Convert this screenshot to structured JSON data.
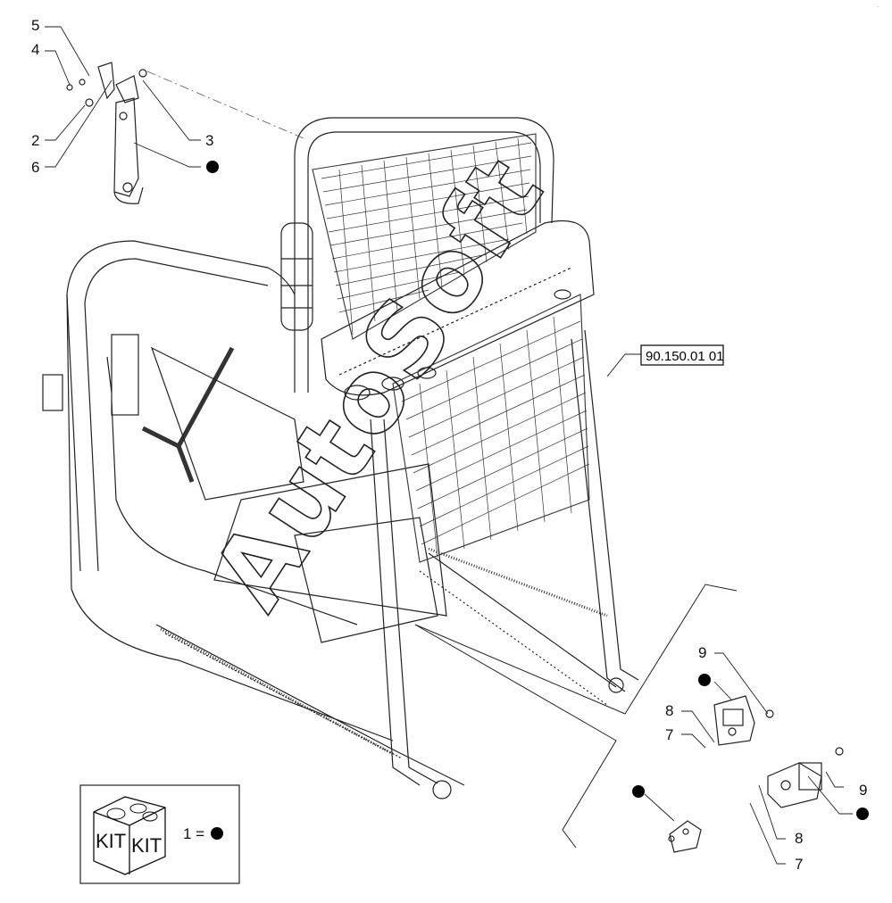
{
  "diagram": {
    "reference": "90.150.01 01",
    "watermark": "AutoSoft",
    "kit": {
      "label_1": "KIT",
      "label_2": "KIT",
      "legend": "1 ="
    },
    "callouts": {
      "c5": "5",
      "c4": "4",
      "c2": "2",
      "c6": "6",
      "c3": "3",
      "c9a": "9",
      "c8a": "8",
      "c7a": "7",
      "c9b": "9",
      "c8b": "8",
      "c7b": "7"
    }
  }
}
